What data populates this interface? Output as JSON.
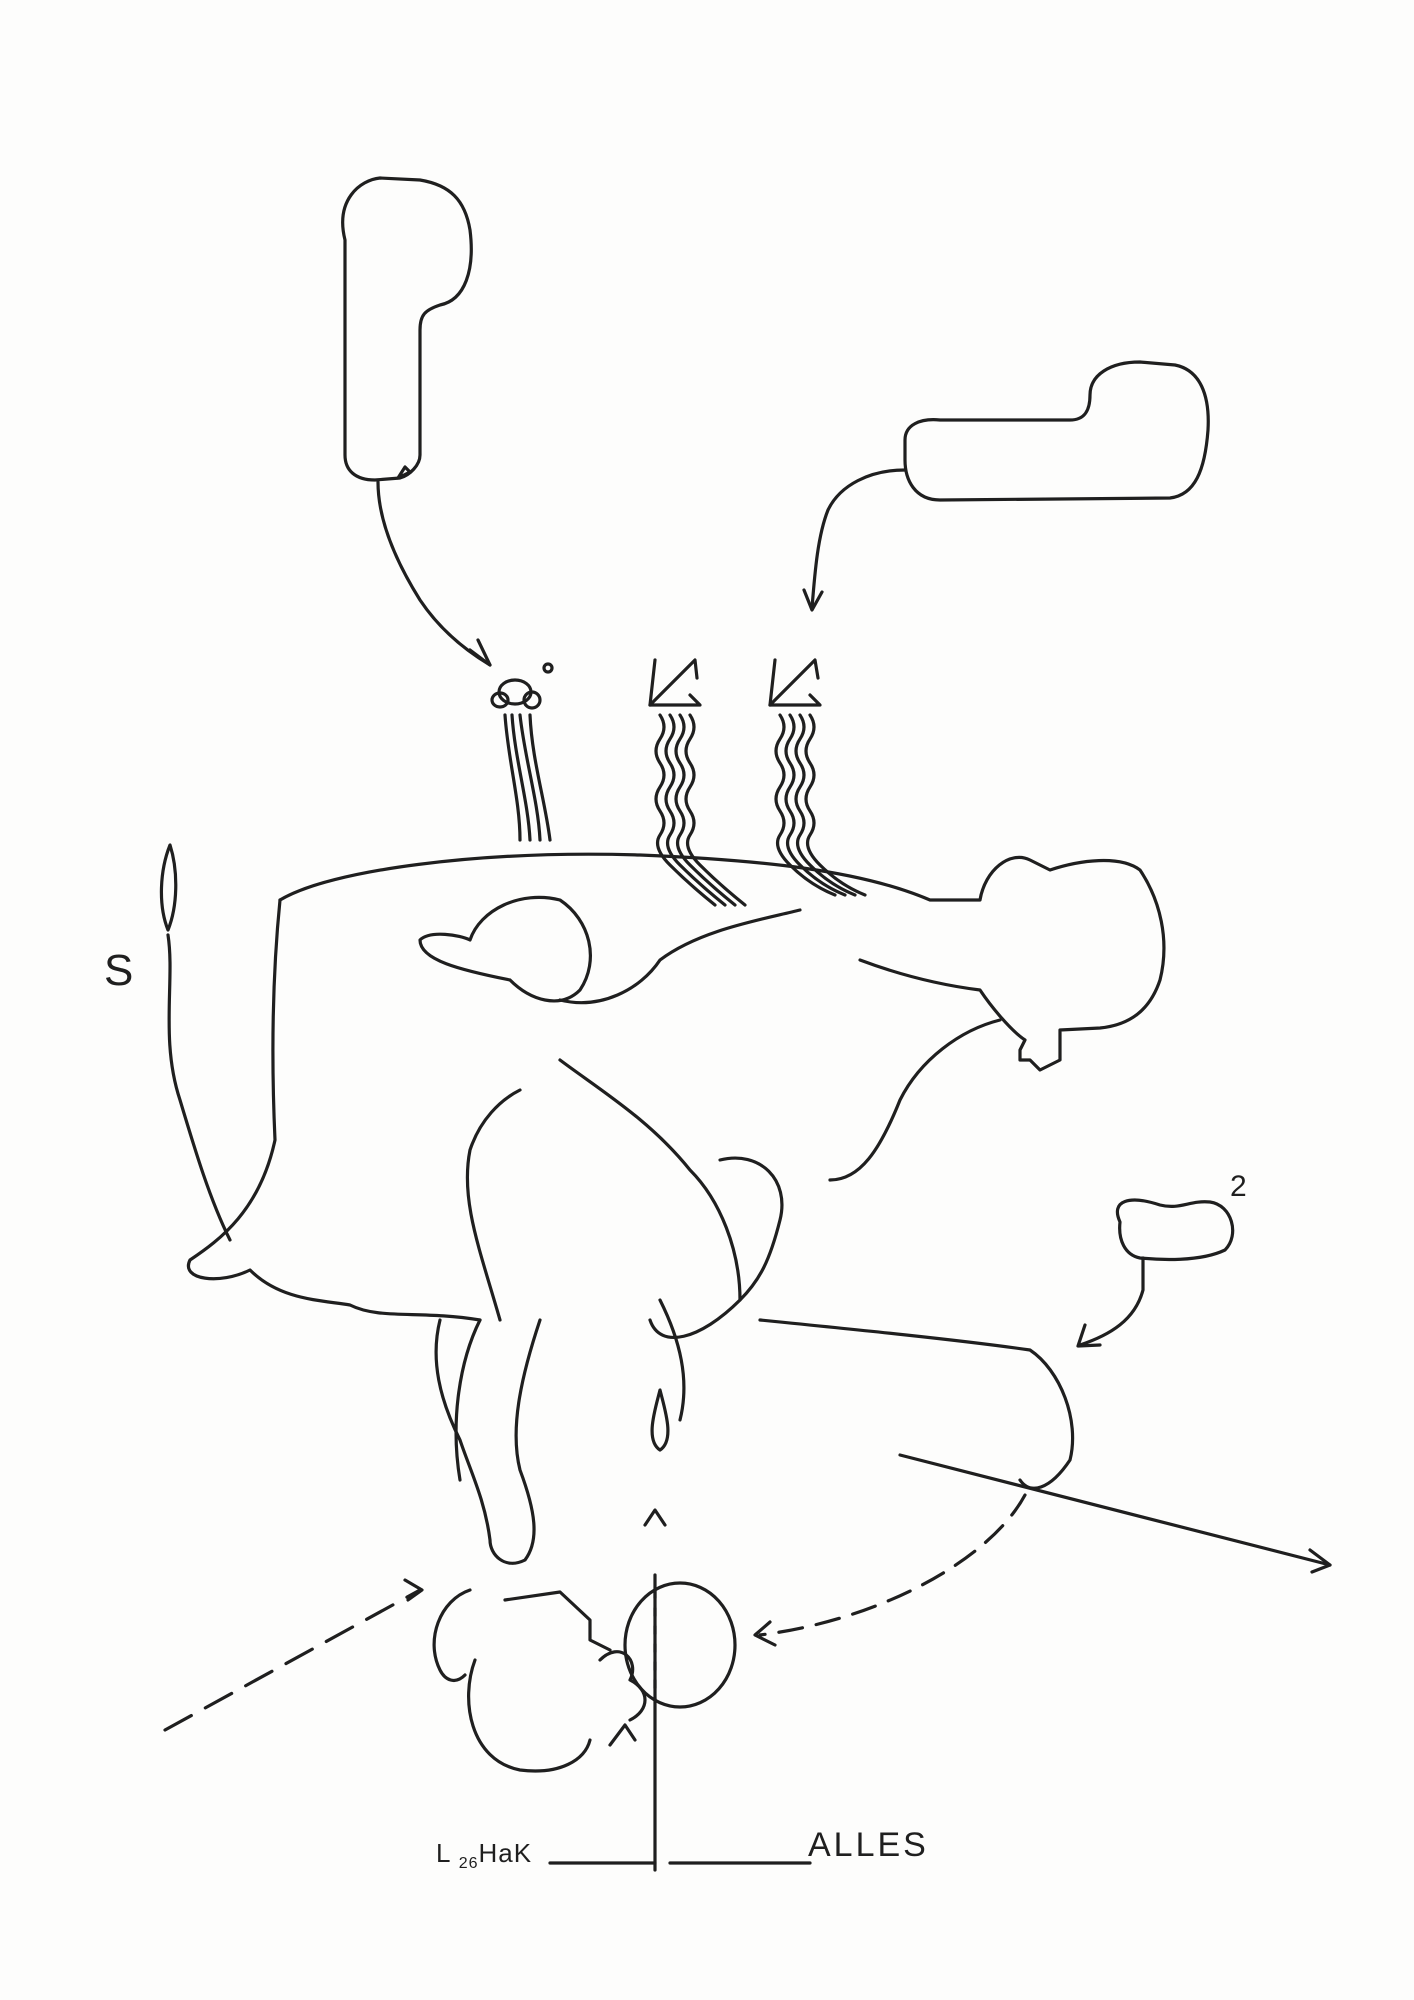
{
  "artwork": {
    "style": "black ink line drawing on white paper",
    "ink_color": "#1f1f1f",
    "paper_color": "#fdfdfc"
  },
  "labels": {
    "s_mark": "S",
    "superscript_two": "2",
    "hak_prefix": "L",
    "hak_subscript": "26",
    "hak_text": "HaK",
    "alles": "ALLES"
  },
  "symbols": [
    {
      "name": "speech-bubble-left",
      "shape": "tall rounded balloon with tail arrow"
    },
    {
      "name": "speech-bubble-right",
      "shape": "wide rounded balloon with tail arrow"
    },
    {
      "name": "cloud-symbol",
      "shape": "small cloud with dot"
    },
    {
      "name": "diagonal-arrow-1",
      "shape": "corner arrow glyph with wavy lines"
    },
    {
      "name": "diagonal-arrow-2",
      "shape": "corner arrow glyph with wavy lines"
    },
    {
      "name": "kidney-shape",
      "shape": "bean outline with tail arrow"
    }
  ]
}
